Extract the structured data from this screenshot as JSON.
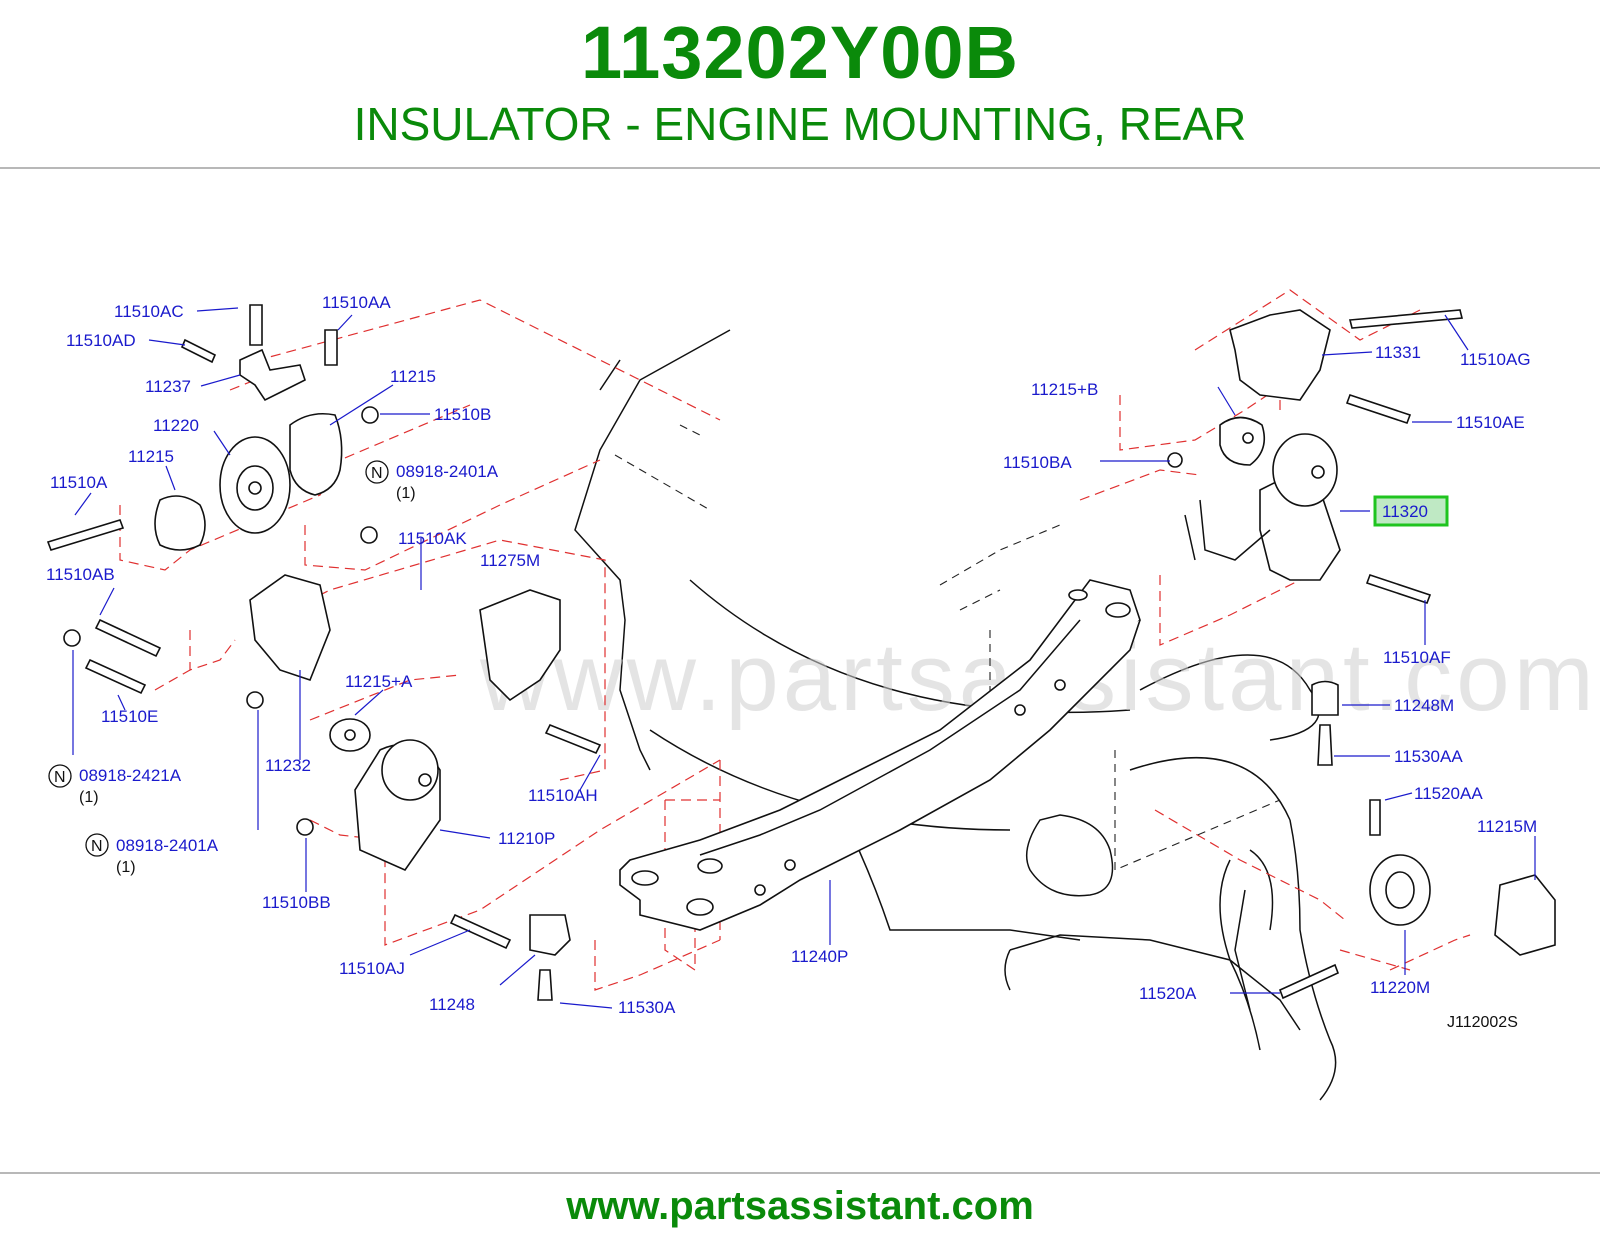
{
  "header": {
    "part_number": "113202Y00B",
    "title": "INSULATOR - ENGINE MOUNTING, REAR"
  },
  "watermark": "www.partsassistant.com",
  "diagram_code": "J112002S",
  "footer_url": "www.partsassistant.com",
  "highlight_color": "#1fc41f",
  "brand_color": "#0a8a0a",
  "label_color": "#1a1acc",
  "highlighted_part": "11320",
  "labels": [
    "11510AC",
    "11510AA",
    "11510AD",
    "11237",
    "11215",
    "11220",
    "11510B",
    "11215",
    "08918-2401A",
    "(1)",
    "11510A",
    "11510AK",
    "11275M",
    "11510AB",
    "11215+A",
    "08918-2421A",
    "(1)",
    "11510E",
    "11232",
    "11510AH",
    "08918-2401A",
    "(1)",
    "11210P",
    "11510BB",
    "11510AJ",
    "11248",
    "11530A",
    "11240P",
    "11331",
    "11510AG",
    "11215+B",
    "11510AE",
    "11510BA",
    "11320",
    "11510AF",
    "11248M",
    "11530AA",
    "11520AA",
    "11215M",
    "11520A",
    "11220M"
  ],
  "note_symbol": "N"
}
